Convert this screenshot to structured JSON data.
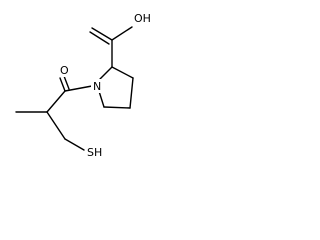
{
  "molecule": {
    "atoms": {
      "carboxyl_oh": "OH",
      "ketone_o": "O",
      "ring_n": "N",
      "thiol": "SH"
    }
  },
  "colors": {
    "background": "#ffffff",
    "ink": "#000000"
  }
}
